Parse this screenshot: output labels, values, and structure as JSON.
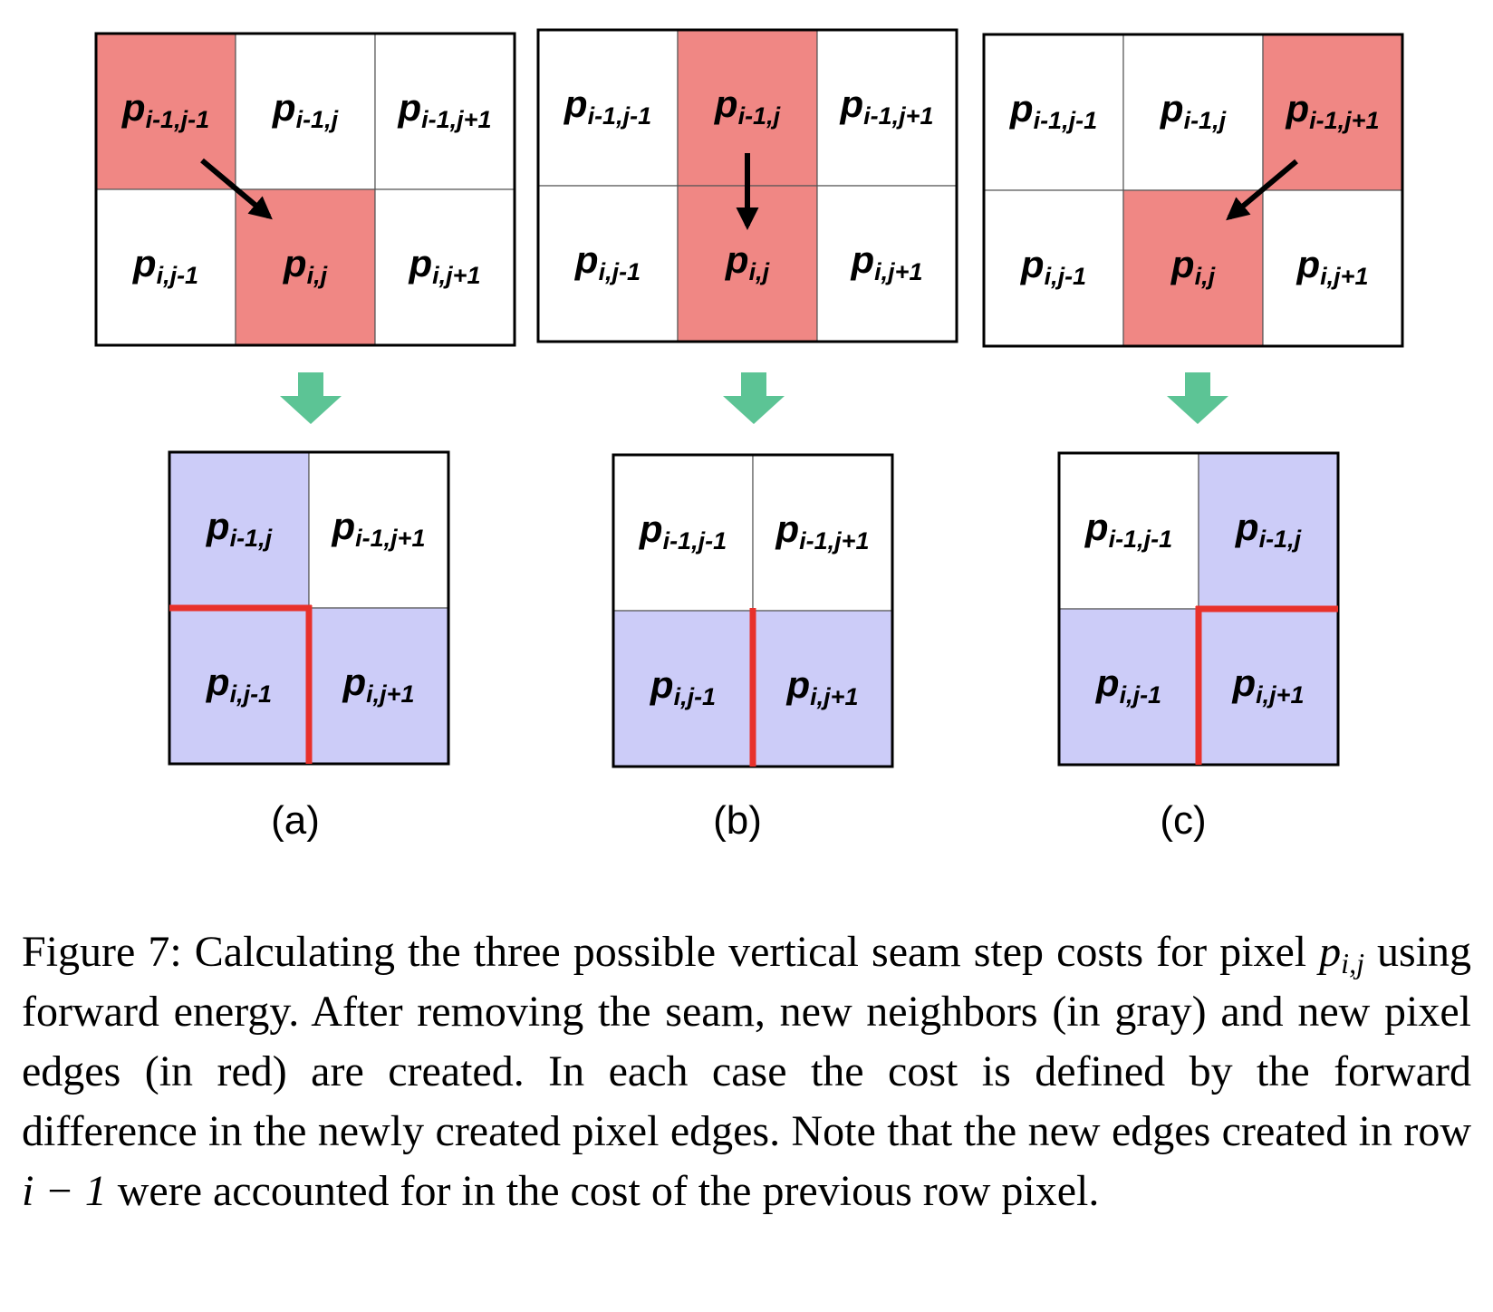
{
  "colors": {
    "seam_cell": "#f08784",
    "new_neighbor_cell": "#ccccf8",
    "new_edge": "#e8312b",
    "step_arrow": "#5cc495",
    "grid_line": "#000000"
  },
  "panels": [
    {
      "id": "a",
      "sublabel": "(a)",
      "top_grid": {
        "rows": [
          [
            {
              "base": "p",
              "sub": "i-1,j-1",
              "highlight": true
            },
            {
              "base": "p",
              "sub": "i-1,j",
              "highlight": false
            },
            {
              "base": "p",
              "sub": "i-1,j+1",
              "highlight": false
            }
          ],
          [
            {
              "base": "p",
              "sub": "i,j-1",
              "highlight": false
            },
            {
              "base": "p",
              "sub": "i,j",
              "highlight": true
            },
            {
              "base": "p",
              "sub": "i,j+1",
              "highlight": false
            }
          ]
        ],
        "step": "diagonal-left"
      },
      "bottom_grid": {
        "rows": [
          [
            {
              "base": "p",
              "sub": "i-1,j",
              "highlight": true
            },
            {
              "base": "p",
              "sub": "i-1,j+1",
              "highlight": false
            }
          ],
          [
            {
              "base": "p",
              "sub": "i,j-1",
              "highlight": true
            },
            {
              "base": "p",
              "sub": "i,j+1",
              "highlight": true
            }
          ]
        ],
        "new_edges": [
          "row-divider-left",
          "column-divider-bottom"
        ]
      }
    },
    {
      "id": "b",
      "sublabel": "(b)",
      "top_grid": {
        "rows": [
          [
            {
              "base": "p",
              "sub": "i-1,j-1",
              "highlight": false
            },
            {
              "base": "p",
              "sub": "i-1,j",
              "highlight": true
            },
            {
              "base": "p",
              "sub": "i-1,j+1",
              "highlight": false
            }
          ],
          [
            {
              "base": "p",
              "sub": "i,j-1",
              "highlight": false
            },
            {
              "base": "p",
              "sub": "i,j",
              "highlight": true
            },
            {
              "base": "p",
              "sub": "i,j+1",
              "highlight": false
            }
          ]
        ],
        "step": "vertical"
      },
      "bottom_grid": {
        "rows": [
          [
            {
              "base": "p",
              "sub": "i-1,j-1",
              "highlight": false
            },
            {
              "base": "p",
              "sub": "i-1,j+1",
              "highlight": false
            }
          ],
          [
            {
              "base": "p",
              "sub": "i,j-1",
              "highlight": true
            },
            {
              "base": "p",
              "sub": "i,j+1",
              "highlight": true
            }
          ]
        ],
        "new_edges": [
          "column-divider-bottom"
        ]
      }
    },
    {
      "id": "c",
      "sublabel": "(c)",
      "top_grid": {
        "rows": [
          [
            {
              "base": "p",
              "sub": "i-1,j-1",
              "highlight": false
            },
            {
              "base": "p",
              "sub": "i-1,j",
              "highlight": false
            },
            {
              "base": "p",
              "sub": "i-1,j+1",
              "highlight": true
            }
          ],
          [
            {
              "base": "p",
              "sub": "i,j-1",
              "highlight": false
            },
            {
              "base": "p",
              "sub": "i,j",
              "highlight": true
            },
            {
              "base": "p",
              "sub": "i,j+1",
              "highlight": false
            }
          ]
        ],
        "step": "diagonal-right"
      },
      "bottom_grid": {
        "rows": [
          [
            {
              "base": "p",
              "sub": "i-1,j-1",
              "highlight": false
            },
            {
              "base": "p",
              "sub": "i-1,j",
              "highlight": true
            }
          ],
          [
            {
              "base": "p",
              "sub": "i,j-1",
              "highlight": true
            },
            {
              "base": "p",
              "sub": "i,j+1",
              "highlight": true
            }
          ]
        ],
        "new_edges": [
          "row-divider-right",
          "column-divider-bottom"
        ]
      }
    }
  ],
  "caption": {
    "prefix": "Figure 7:",
    "part1": "Calculating the three possible vertical seam step costs for pixel",
    "math_pixel_base": "p",
    "math_pixel_sub": "i,j",
    "part2": "using forward energy. After removing the seam, new neighbors (in gray) and new pixel edges (in red) are created. In each case the cost is defined by the forward difference in the newly created pixel edges. Note that the new edges created in row",
    "math_row": "i − 1",
    "part3": "were accounted for in the cost of the previous row pixel."
  }
}
